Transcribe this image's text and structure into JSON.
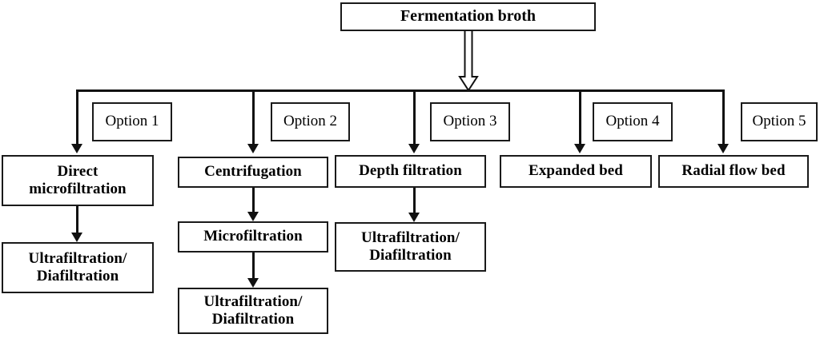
{
  "diagram": {
    "title_node": {
      "label": "Fermentation broth"
    },
    "option_labels": [
      {
        "id": "option-1",
        "label": "Option 1"
      },
      {
        "id": "option-2",
        "label": "Option 2"
      },
      {
        "id": "option-3",
        "label": "Option 3"
      },
      {
        "id": "option-4",
        "label": "Option 4"
      },
      {
        "id": "option-5",
        "label": "Option 5"
      }
    ],
    "branches": [
      {
        "option": "Option 1",
        "steps": [
          {
            "label": "Direct\nmicrofiltration"
          },
          {
            "label": "Ultrafiltration/\nDiafiltration"
          }
        ]
      },
      {
        "option": "Option 2",
        "steps": [
          {
            "label": "Centrifugation"
          },
          {
            "label": "Microfiltration"
          },
          {
            "label": "Ultrafiltration/\nDiafiltration"
          }
        ]
      },
      {
        "option": "Option 3",
        "steps": [
          {
            "label": "Depth filtration"
          },
          {
            "label": "Ultrafiltration/\nDiafiltration"
          }
        ]
      },
      {
        "option": "Option 4",
        "steps": [
          {
            "label": "Expanded bed"
          }
        ]
      },
      {
        "option": "Option 5",
        "steps": [
          {
            "label": "Radial flow bed"
          }
        ]
      }
    ],
    "connectors": {
      "main_arrow": "hollow-down-arrow",
      "branch_arrow": "solid-down-arrow",
      "distribution_bar": "horizontal-splitter"
    },
    "colors": {
      "stroke": "#1a1a1a",
      "background": "#ffffff",
      "text": "#000000"
    }
  }
}
